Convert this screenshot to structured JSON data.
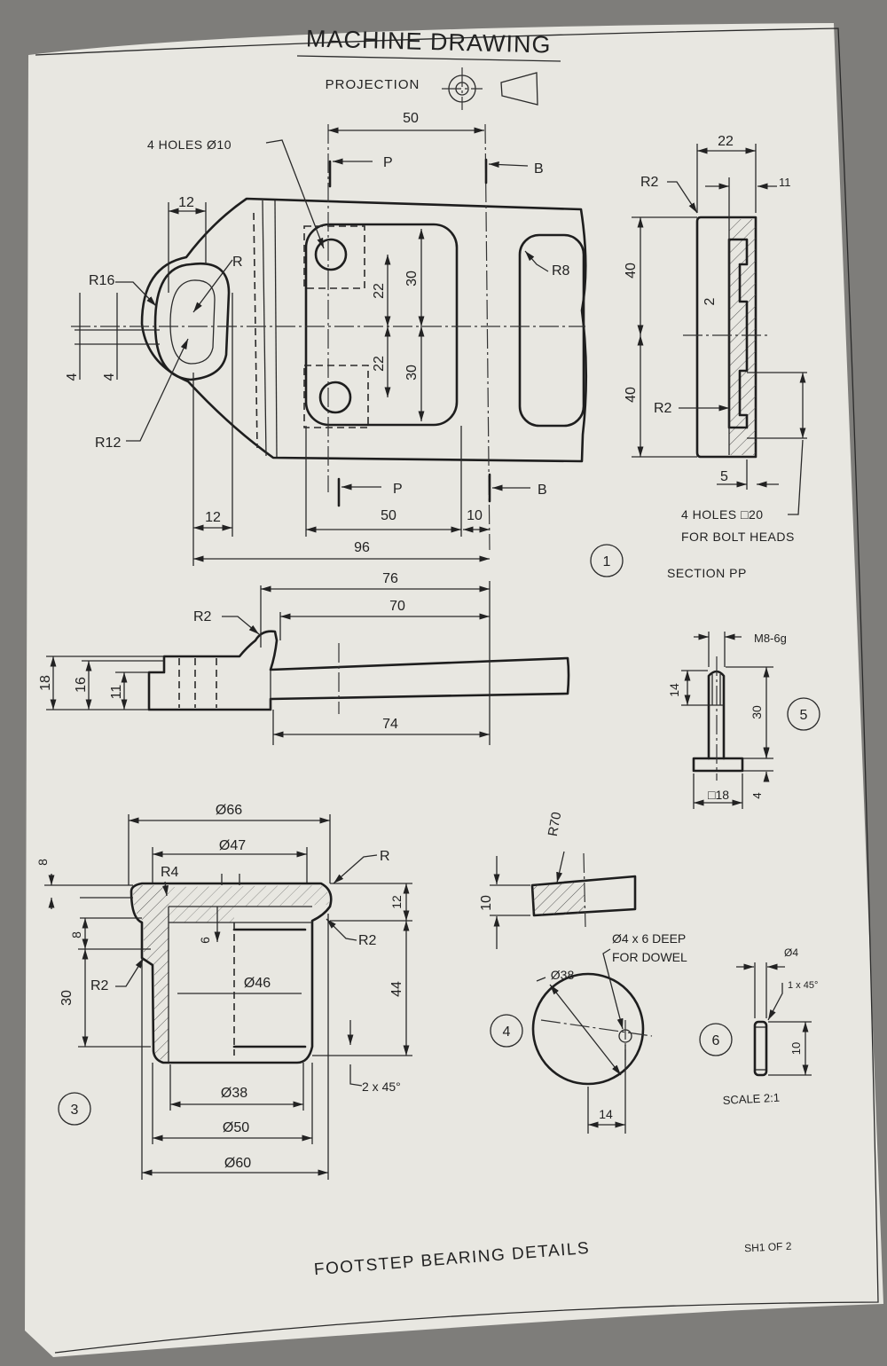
{
  "sheet": {
    "title": "MACHINE DRAWING",
    "projection_label": "PROJECTION",
    "footer_title": "FOOTSTEP BEARING DETAILS",
    "sheet_number": "SH1 OF 2",
    "colors": {
      "paper": "#e8e7e1",
      "line": "#1e1e1e",
      "background": "#7e7d7a"
    }
  },
  "part1": {
    "id": "1",
    "dims": {
      "top_50": "50",
      "holes": "4 HOLES Ø10",
      "cut_p": "P",
      "cut_b": "B",
      "w12": "12",
      "r": "R",
      "r16": "R16",
      "r8": "R8",
      "d22a": "22",
      "d22b": "22",
      "d30a": "30",
      "d30b": "30",
      "d4a": "4",
      "d4b": "4",
      "r12": "R12",
      "bot12": "12",
      "bot50": "50",
      "bot10": "10",
      "bot96": "96"
    },
    "section": {
      "w22": "22",
      "r2_top": "R2",
      "d11": "11",
      "d40a": "40",
      "d40b": "40",
      "d2": "2",
      "r2_bot": "R2",
      "d5": "5",
      "holes_note_1": "4 HOLES □20",
      "holes_note_2": "FOR BOLT HEADS",
      "label": "SECTION PP"
    },
    "side": {
      "d76": "76",
      "d70": "70",
      "r2": "R2",
      "d18": "18",
      "d16": "16",
      "d11": "11",
      "d74": "74"
    }
  },
  "part3": {
    "id": "3",
    "dims": {
      "d66": "Ø66",
      "d47": "Ø47",
      "r4": "R4",
      "r": "R",
      "d8a": "8",
      "d8b": "8",
      "d12": "12",
      "d6": "6",
      "r2_right": "R2",
      "r2_left": "R2",
      "d30": "30",
      "d46": "Ø46",
      "d44": "44",
      "d38": "Ø38",
      "d50": "Ø50",
      "d60": "Ø60",
      "chamfer": "2 x 45°"
    }
  },
  "part4": {
    "id": "4",
    "dims": {
      "r70": "R70",
      "d10": "10",
      "d38": "Ø38",
      "d14": "14",
      "dowel_1": "Ø4 x 6 DEEP",
      "dowel_2": "FOR DOWEL"
    }
  },
  "part5": {
    "id": "5",
    "dims": {
      "thread": "M8-6g",
      "d14": "14",
      "d30": "30",
      "d4": "4",
      "sq18": "□18"
    }
  },
  "part6": {
    "id": "6",
    "dims": {
      "d4": "Ø4",
      "chamfer": "1 x 45°",
      "d10": "10",
      "scale": "SCALE 2:1"
    }
  }
}
